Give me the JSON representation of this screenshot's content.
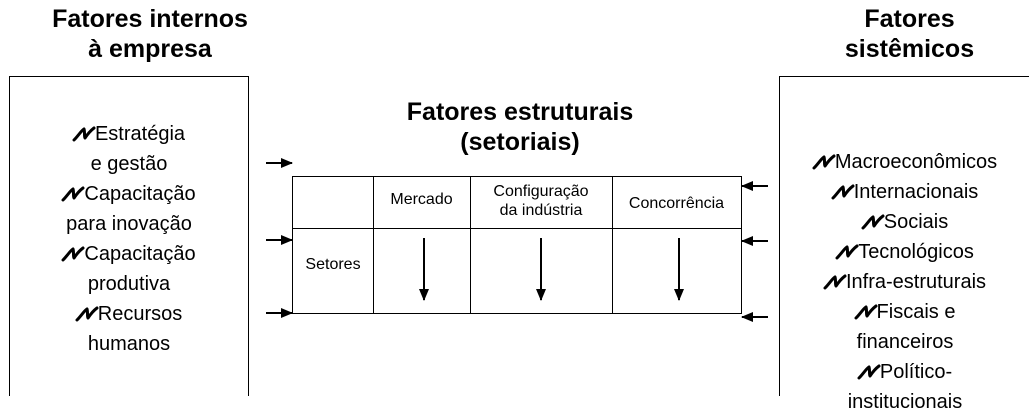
{
  "left_panel": {
    "heading": [
      "Fatores internos",
      "à empresa"
    ],
    "items": [
      {
        "lines": [
          "Estratégia",
          "e gestão"
        ]
      },
      {
        "lines": [
          "Capacitação",
          "para inovação"
        ]
      },
      {
        "lines": [
          "Capacitação",
          "produtiva"
        ]
      },
      {
        "lines": [
          "Recursos",
          "humanos"
        ]
      }
    ]
  },
  "right_panel": {
    "heading": [
      "Fatores",
      "sistêmicos"
    ],
    "items": [
      {
        "lines": [
          "Macroeconômicos"
        ]
      },
      {
        "lines": [
          "Internacionais"
        ]
      },
      {
        "lines": [
          "Sociais"
        ]
      },
      {
        "lines": [
          "Tecnológicos"
        ]
      },
      {
        "lines": [
          "Infra-estruturais"
        ]
      },
      {
        "lines": [
          "Fiscais e",
          "financeiros"
        ]
      },
      {
        "lines": [
          "Político-",
          "institucionais"
        ]
      }
    ]
  },
  "center": {
    "heading": [
      "Fatores estruturais",
      "(setoriais)"
    ],
    "table": {
      "columns": [
        "Mercado",
        [
          "Configuração",
          "da indústria"
        ],
        "Concorrência"
      ],
      "row_label": "Setores"
    }
  },
  "colors": {
    "line": "#000000",
    "background": "#ffffff"
  },
  "icons": {
    "bullet": "checkmark-bullet-icon",
    "arrow": "arrow-icon"
  }
}
